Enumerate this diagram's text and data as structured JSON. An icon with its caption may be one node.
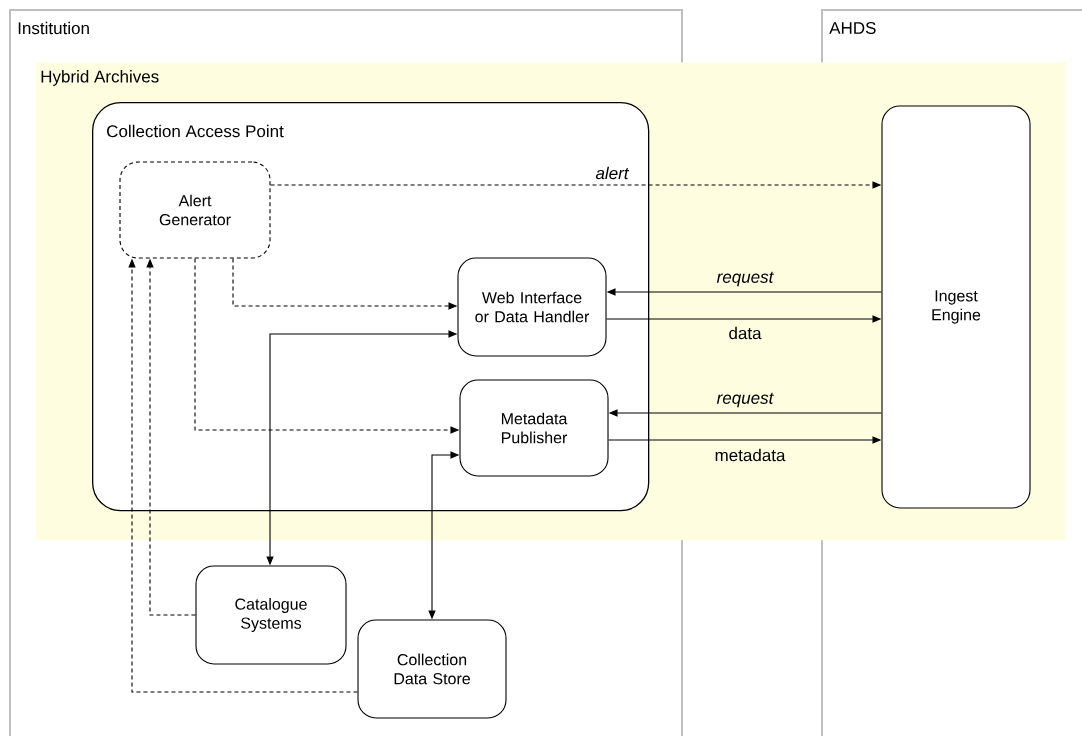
{
  "diagram": {
    "nodes": [
      {
        "text": [
          "Institution"
        ]
      },
      {
        "text": [
          "AHDS"
        ]
      },
      {
        "text": [
          "Hybrid Archives"
        ]
      },
      {
        "text": [
          "Collection Access Point"
        ],
        "in": 2
      },
      {
        "text": [
          "Alert Generator"
        ],
        "in": 3
      },
      {
        "text": [
          "Web Interface or Data Handler"
        ],
        "in": 3
      },
      {
        "text": [
          "Metadata Publisher"
        ],
        "in": 3
      },
      {
        "text": [
          "Ingest Engine"
        ],
        "in": 2
      },
      {
        "text": [
          "Catalogue Systems"
        ]
      },
      {
        "text": [
          "Collection Data Store"
        ]
      }
    ],
    "edges": [
      {
        "from": 4,
        "to": 7,
        "arrow": "to",
        "style": "dashed",
        "label": "alert"
      },
      {
        "from": 7,
        "to": 5,
        "arrow": "to",
        "label": "request"
      },
      {
        "from": 5,
        "to": 7,
        "arrow": "to",
        "label": "data"
      },
      {
        "from": 7,
        "to": 6,
        "arrow": "to",
        "label": "request"
      },
      {
        "from": 6,
        "to": 7,
        "arrow": "to",
        "label": "metadata"
      },
      {
        "from": 4,
        "to": 5,
        "arrow": "to",
        "style": "dashed"
      },
      {
        "from": 4,
        "to": 6,
        "arrow": "to",
        "style": "dashed"
      },
      {
        "from": 5,
        "to": 8,
        "arrow": "both"
      },
      {
        "from": 6,
        "to": 9,
        "arrow": "both"
      },
      {
        "from": 8,
        "to": 4,
        "arrow": "to",
        "style": "dashed"
      },
      {
        "from": 9,
        "to": 4,
        "arrow": "to",
        "style": "dashed"
      }
    ]
  }
}
